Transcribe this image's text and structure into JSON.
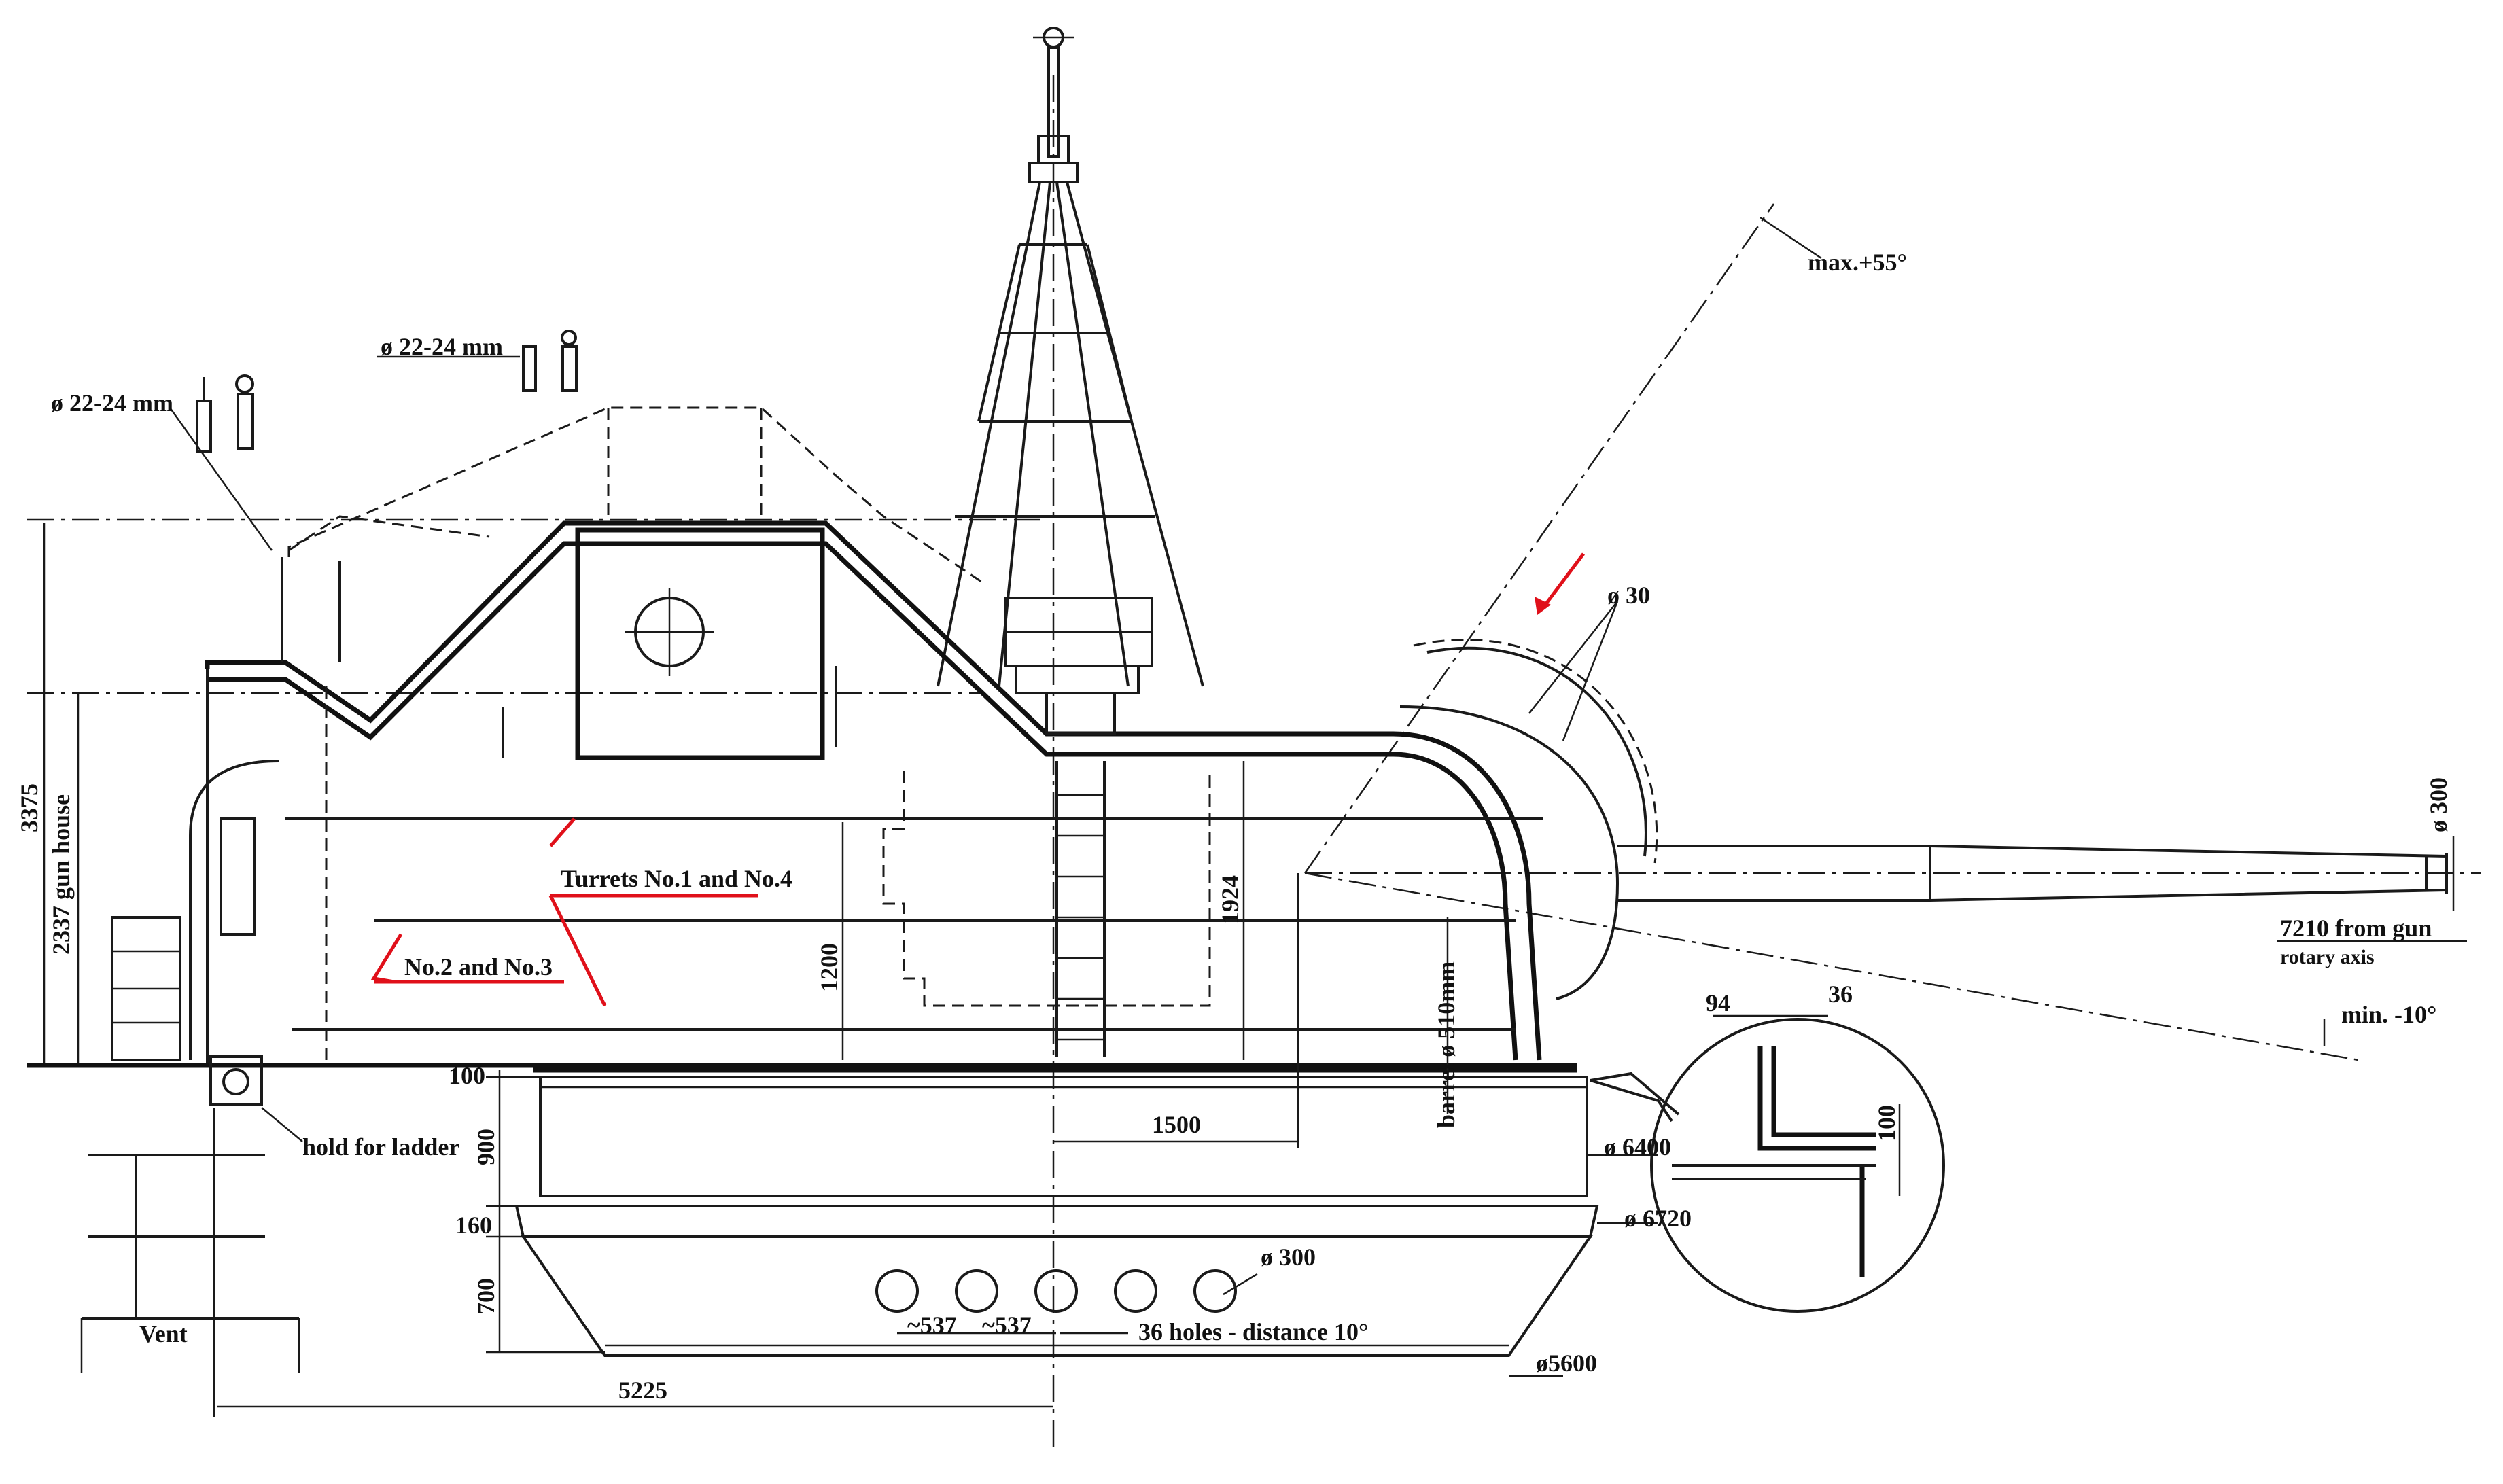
{
  "labels": {
    "max_elevation": "max.+55°",
    "min_elevation": "min. -10°",
    "dia_30": "ø 30",
    "dia_22_24_left": "ø 22-24 mm",
    "dia_22_24_top": "ø 22-24 mm",
    "dia_300_muzzle": "ø 300",
    "gun_distance_line1": "7210 from gun",
    "gun_distance_line2": "rotary axis",
    "turrets_1_4": "Turrets No.1 and No.4",
    "turrets_2_3": "No.2 and No.3",
    "hold_for_ladder": "hold for ladder",
    "vent": "Vent",
    "barrel_dia": "barrel ø 510mm",
    "holes_36": "36 holes - distance 10°",
    "hole_dia": "ø 300",
    "dia_6400": "ø 6400",
    "dia_6720": "ø 6720",
    "dia_5600": "ø5600"
  },
  "dimensions": {
    "d3375": "3375",
    "d2337": "2337 gun house",
    "d1924": "1924",
    "d1200": "1200",
    "d1500": "1500",
    "d100": "100",
    "d900": "900",
    "d160": "160",
    "d700": "700",
    "d5225": "5225",
    "d537a": "~537",
    "d537b": "~537",
    "d94": "94",
    "d36": "36",
    "d100_detail": "100"
  },
  "colors": {
    "ink": "#1a1a1a",
    "annotation_red": "#e0101a",
    "paper": "#ffffff"
  }
}
